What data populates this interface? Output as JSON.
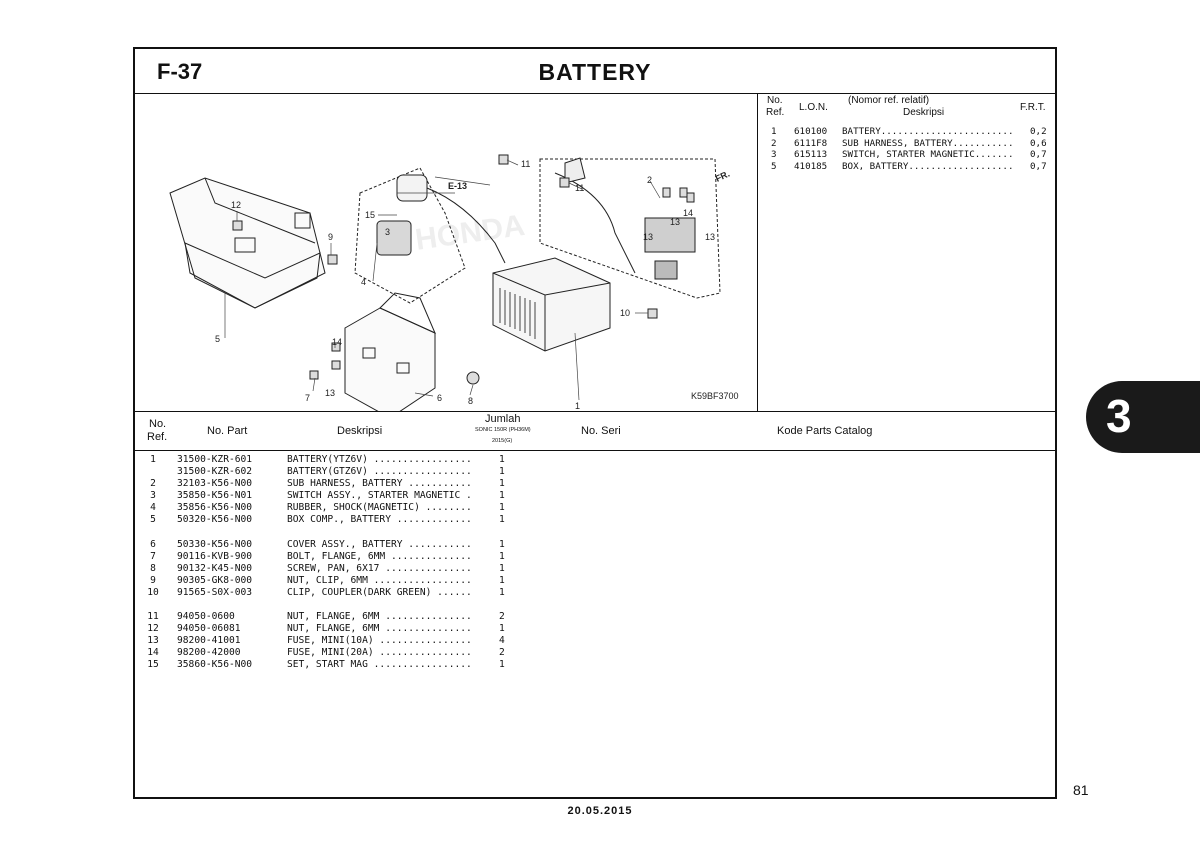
{
  "header": {
    "figure_code": "F-37",
    "title": "BATTERY"
  },
  "diagram": {
    "callouts": [
      "11",
      "11",
      "2",
      "E-13",
      "FR.",
      "15",
      "3",
      "12",
      "9",
      "14",
      "13",
      "13",
      "13",
      "4",
      "10",
      "5",
      "14",
      "13",
      "7",
      "8",
      "6",
      "1"
    ],
    "drawing_code": "K59BF3700",
    "watermark": "HONDA"
  },
  "ref_table": {
    "headers": {
      "no_ref_top": "No.",
      "no_ref_bottom": "Ref.",
      "lon": "L.O.N.",
      "desc_top": "(Nomor ref. relatif)",
      "desc_bottom": "Deskripsi",
      "frt": "F.R.T."
    },
    "rows": [
      {
        "ref": "1",
        "lon": "610100",
        "desc": "BATTERY........................",
        "frt": "0,2"
      },
      {
        "ref": "2",
        "lon": "6111F8",
        "desc": "SUB HARNESS, BATTERY...........",
        "frt": "0,6"
      },
      {
        "ref": "3",
        "lon": "615113",
        "desc": "SWITCH, STARTER MAGNETIC.......",
        "frt": "0,7"
      },
      {
        "ref": "5",
        "lon": "410185",
        "desc": "BOX, BATTERY...................",
        "frt": "0,7"
      }
    ]
  },
  "parts_table": {
    "headers": {
      "no_ref_top": "No.",
      "no_ref_bottom": "Ref.",
      "part_no": "No. Part",
      "desc": "Deskripsi",
      "qty_top": "Jumlah",
      "qty_model": "SONIC 150R (PH36M)",
      "qty_year": "2015(G)",
      "serial": "No. Seri",
      "catalog": "Kode Parts Catalog"
    },
    "rows": [
      {
        "ref": "1",
        "part": "31500-KZR-601",
        "desc": "BATTERY(YTZ6V) .................",
        "qty": "1",
        "gap": false
      },
      {
        "ref": "",
        "part": "31500-KZR-602",
        "desc": "BATTERY(GTZ6V) .................",
        "qty": "1",
        "gap": false
      },
      {
        "ref": "2",
        "part": "32103-K56-N00",
        "desc": "SUB HARNESS, BATTERY ...........",
        "qty": "1",
        "gap": false
      },
      {
        "ref": "3",
        "part": "35850-K56-N01",
        "desc": "SWITCH ASSY., STARTER MAGNETIC .",
        "qty": "1",
        "gap": false
      },
      {
        "ref": "4",
        "part": "35856-K56-N00",
        "desc": "RUBBER, SHOCK(MAGNETIC) ........",
        "qty": "1",
        "gap": false
      },
      {
        "ref": "5",
        "part": "50320-K56-N00",
        "desc": "BOX COMP., BATTERY .............",
        "qty": "1",
        "gap": false
      },
      {
        "ref": "6",
        "part": "50330-K56-N00",
        "desc": "COVER ASSY., BATTERY ...........",
        "qty": "1",
        "gap": true
      },
      {
        "ref": "7",
        "part": "90116-KVB-900",
        "desc": "BOLT, FLANGE, 6MM ..............",
        "qty": "1",
        "gap": false
      },
      {
        "ref": "8",
        "part": "90132-K45-N00",
        "desc": "SCREW, PAN, 6X17 ...............",
        "qty": "1",
        "gap": false
      },
      {
        "ref": "9",
        "part": "90305-GK8-000",
        "desc": "NUT, CLIP, 6MM .................",
        "qty": "1",
        "gap": false
      },
      {
        "ref": "10",
        "part": "91565-S0X-003",
        "desc": "CLIP, COUPLER(DARK GREEN) ......",
        "qty": "1",
        "gap": false
      },
      {
        "ref": "11",
        "part": "94050-0600",
        "desc": "NUT, FLANGE, 6MM ...............",
        "qty": "2",
        "gap": true
      },
      {
        "ref": "12",
        "part": "94050-06081",
        "desc": "NUT, FLANGE, 6MM ...............",
        "qty": "1",
        "gap": false
      },
      {
        "ref": "13",
        "part": "98200-41001",
        "desc": "FUSE, MINI(10A) ................",
        "qty": "4",
        "gap": false
      },
      {
        "ref": "14",
        "part": "98200-42000",
        "desc": "FUSE, MINI(20A) ................",
        "qty": "2",
        "gap": false
      },
      {
        "ref": "15",
        "part": "35860-K56-N00",
        "desc": "SET, START MAG .................",
        "qty": "1",
        "gap": false
      }
    ]
  },
  "footer": {
    "page_number": "81",
    "date": "20.05.2015",
    "section_number": "3"
  }
}
